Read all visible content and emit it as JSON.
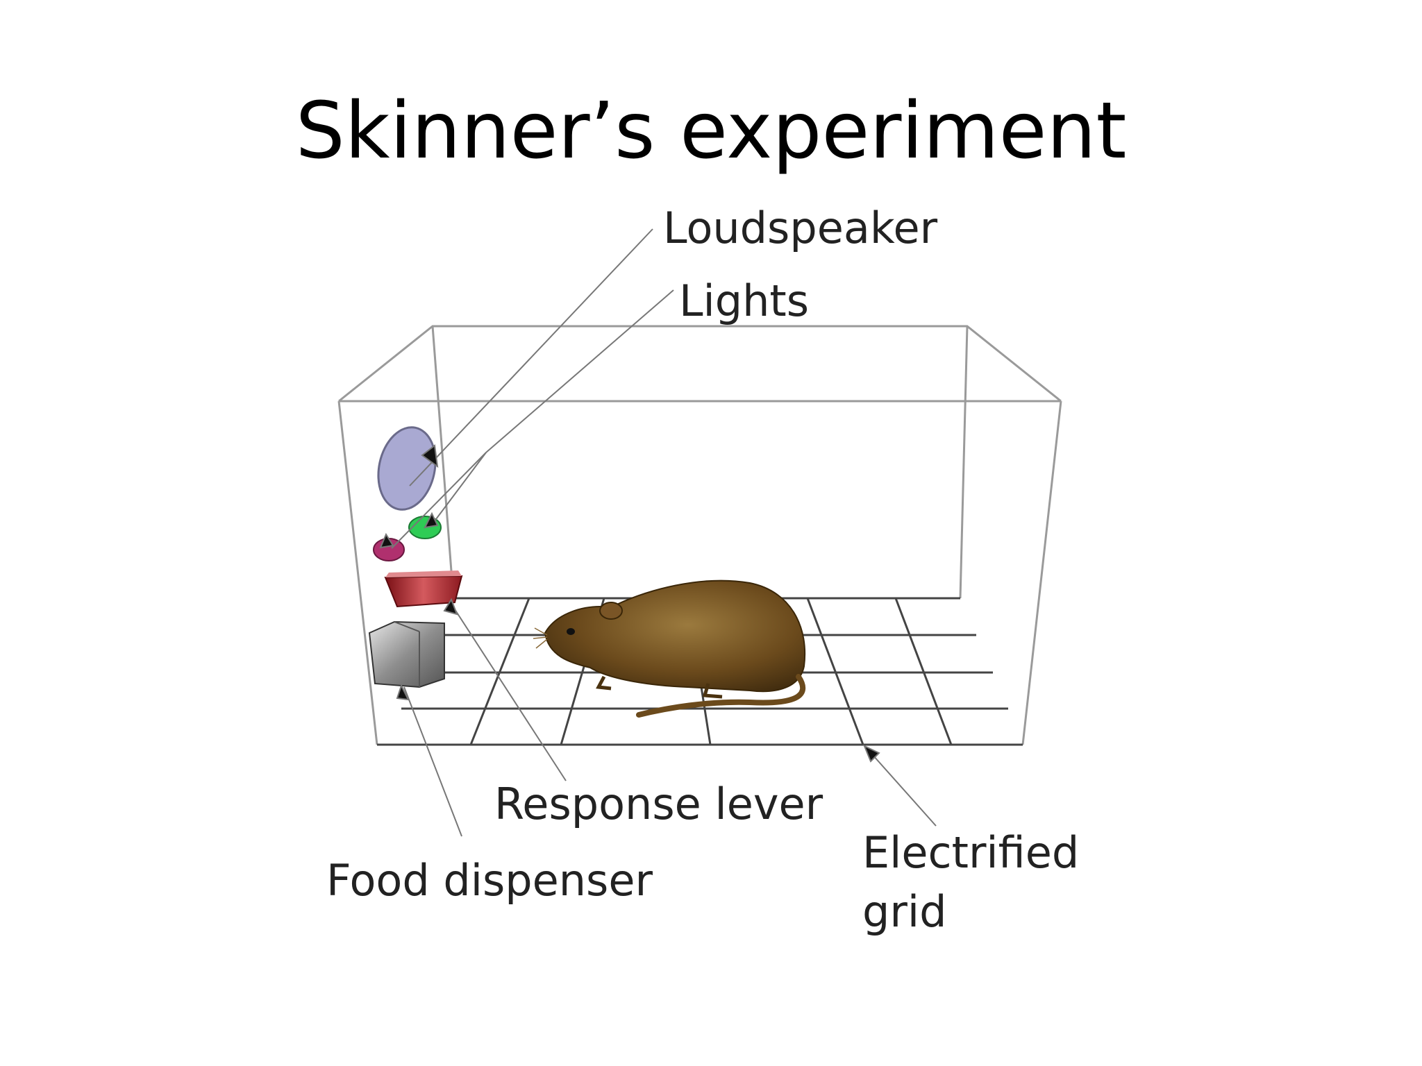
{
  "slide": {
    "title": "Skinner’s experiment"
  },
  "diagram": {
    "labels": {
      "loudspeaker": "Loudspeaker",
      "lights": "Lights",
      "response_lever": "Response lever",
      "food_dispenser": "Food dispenser",
      "electrified_grid_line1": "Electrified",
      "electrified_grid_line2": "grid"
    },
    "colors": {
      "loudspeaker": "#a9a9d2",
      "light_green": "#2ecc55",
      "light_magenta": "#b0306e",
      "lever": "#b5242c",
      "dispenser": "#9a9a9a",
      "rat": "#6b4a1c",
      "cage_lines": "#9a9a9a"
    }
  }
}
